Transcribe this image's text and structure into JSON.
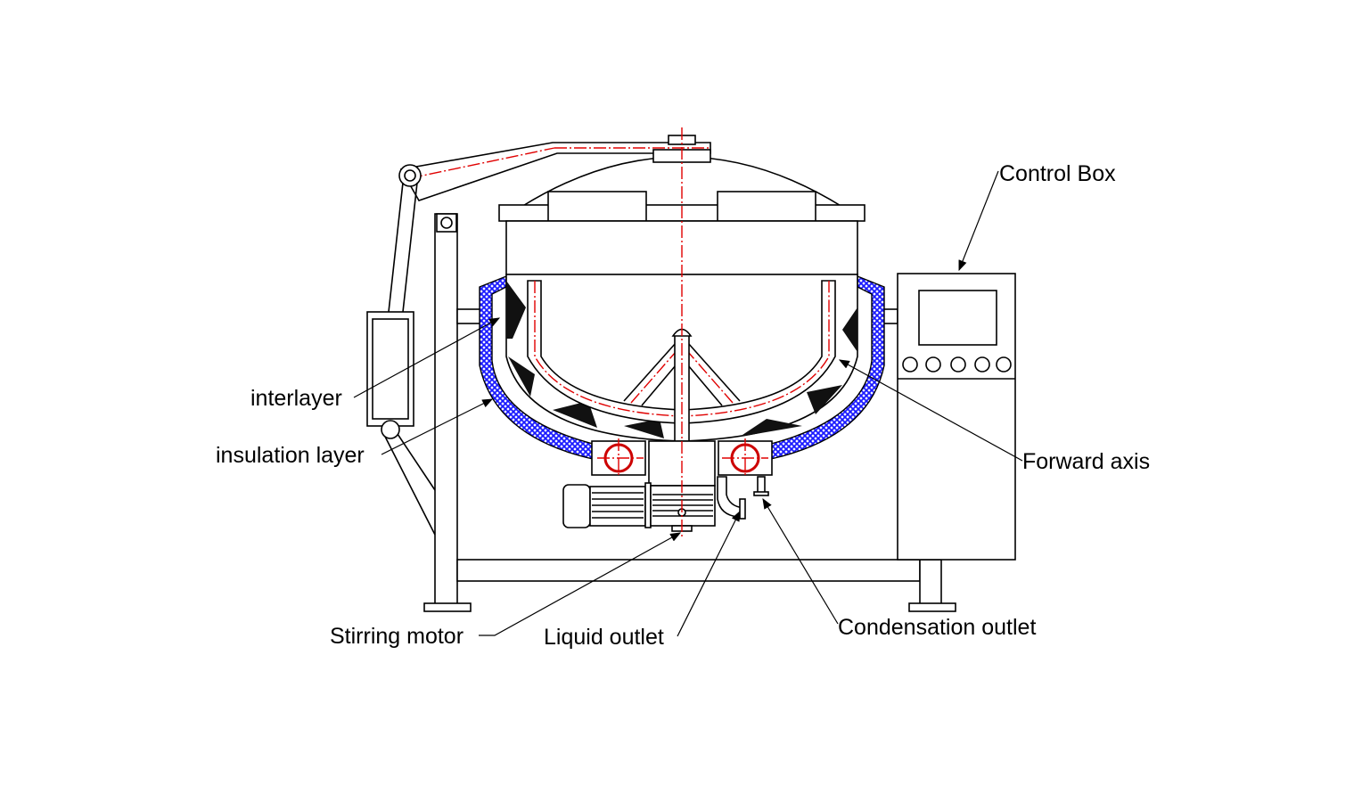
{
  "diagram": {
    "labels": {
      "control_box": "Control Box",
      "interlayer": "interlayer",
      "insulation_layer": "insulation layer",
      "forward_axis": "Forward axis",
      "stirring_motor": "Stirring motor",
      "liquid_outlet": "Liquid outlet",
      "condensation_outlet": "Condensation outlet"
    },
    "colors": {
      "line": "#000000",
      "centerline": "#e00000",
      "insulation": "#1a1aff"
    }
  }
}
